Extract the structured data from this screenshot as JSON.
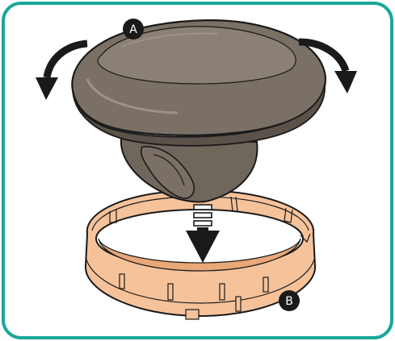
{
  "illustration": {
    "colors": {
      "frame_border": "#1aa79a",
      "cap_fill": "#7a7065",
      "cap_dark": "#5b5249",
      "cap_light": "#8f857a",
      "outline": "#1a1a1a",
      "ring_fill": "#f6c29a",
      "ring_dark": "#e8a878",
      "callout_fill": "#1a1a1a"
    },
    "callouts": [
      {
        "id": "A",
        "label": "A"
      },
      {
        "id": "B",
        "label": "B"
      }
    ],
    "icons": {
      "rotate_left": "curved-arrow-left-icon",
      "rotate_right": "curved-arrow-right-icon",
      "push_down": "down-arrow-icon"
    }
  }
}
